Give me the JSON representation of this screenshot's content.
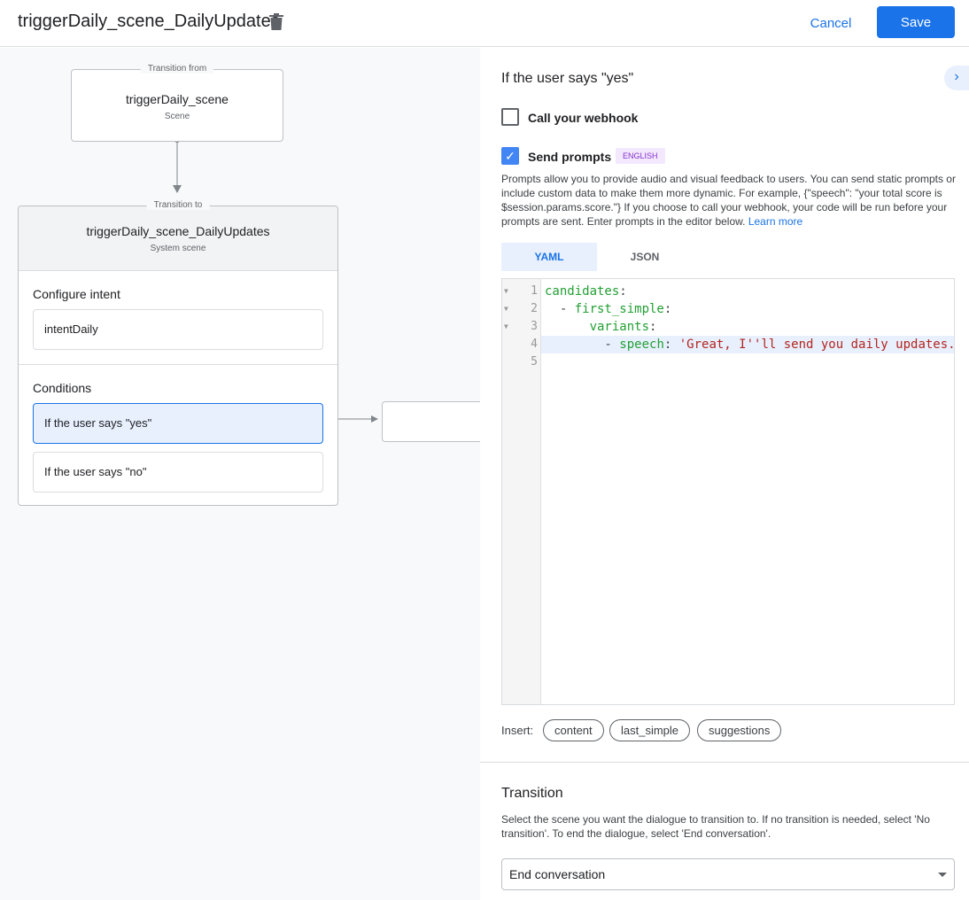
{
  "header": {
    "title": "triggerDaily_scene_DailyUpdates",
    "cancel": "Cancel",
    "save": "Save"
  },
  "canvas": {
    "from": {
      "legend": "Transition from",
      "name": "triggerDaily_scene",
      "type": "Scene"
    },
    "to": {
      "legend": "Transition to",
      "name": "triggerDaily_scene_DailyUpdates",
      "type": "System scene",
      "intent_heading": "Configure intent",
      "intent": "intentDaily",
      "conditions_heading": "Conditions",
      "conditions": [
        "If the user says \"yes\"",
        "If the user says \"no\""
      ]
    }
  },
  "panel": {
    "heading": "If the user says \"yes\"",
    "webhook_label": "Call your webhook",
    "webhook_checked": false,
    "prompts_label": "Send prompts",
    "prompts_checked": true,
    "language_badge": "ENGLISH",
    "description": "Prompts allow you to provide audio and visual feedback to users. You can send static prompts or include custom data to make them more dynamic. For example, {\"speech\": \"your total score is $session.params.score.\"} If you choose to call your webhook, your code will be run before your prompts are sent. Enter prompts in the editor below. ",
    "learn_more": "Learn more",
    "tabs": [
      "YAML",
      "JSON"
    ],
    "active_tab": "YAML",
    "code": {
      "line_numbers": [
        "1",
        "2",
        "3",
        "4",
        "5"
      ],
      "l1k": "candidates",
      "l2k": "first_simple",
      "l3k": "variants",
      "l4k": "speech",
      "l4v": "'Great, I''ll send you daily updates."
    },
    "insert_label": "Insert:",
    "insert_chips": [
      "content",
      "last_simple",
      "suggestions"
    ],
    "transition_heading": "Transition",
    "transition_desc": "Select the scene you want the dialogue to transition to. If no transition is needed, select 'No transition'. To end the dialogue, select 'End conversation'.",
    "transition_value": "End conversation"
  },
  "colors": {
    "accent": "#1a73e8",
    "selected_bg": "#e8f0fe",
    "yaml_key": "#22a033",
    "yaml_string": "#b3261e"
  }
}
